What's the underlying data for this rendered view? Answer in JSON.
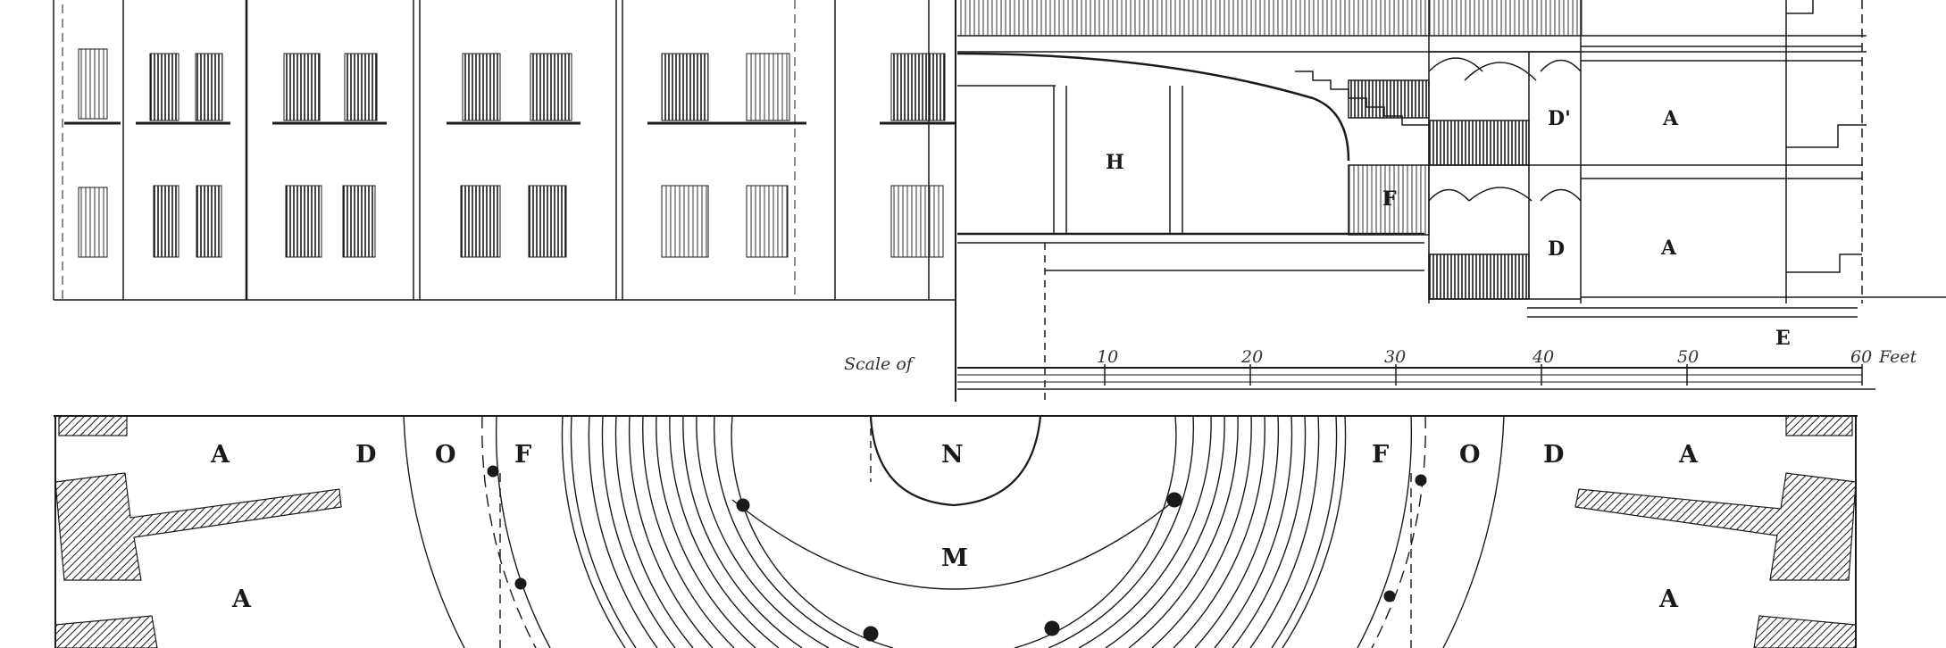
{
  "plan_labels": {
    "left_A_top": "A",
    "left_D": "D",
    "left_O": "O",
    "left_F": "F",
    "left_A_bottom": "A",
    "center_N": "N",
    "center_M": "M",
    "right_F": "F",
    "right_O": "O",
    "right_D": "D",
    "right_A_top": "A",
    "right_A_bottom": "A"
  },
  "section_labels": {
    "H": "H",
    "F": "F",
    "D_upper": "D'",
    "D_lower": "D",
    "A_upper": "A",
    "A_lower": "A",
    "E": "E"
  },
  "scale": {
    "caption": "Scale of",
    "ticks": [
      "10",
      "20",
      "30",
      "40",
      "50",
      "60"
    ],
    "unit": "Feet"
  },
  "colors": {
    "ink": "#1a1a1a",
    "paper": "#ffffff"
  }
}
